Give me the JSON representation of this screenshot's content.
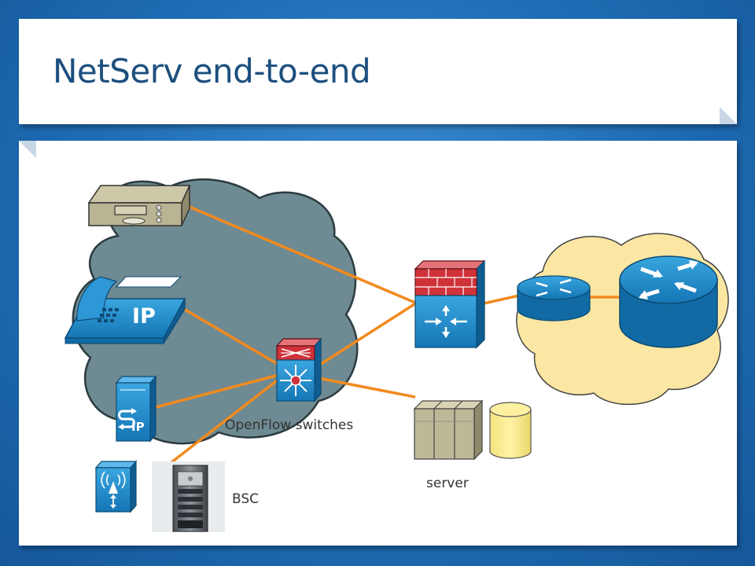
{
  "slide": {
    "title": "NetServ end-to-end"
  },
  "diagram": {
    "labels": {
      "openflow": "OpenFlow switches",
      "server": "server",
      "bsc": "BSC"
    },
    "device_badges": {
      "ip_phone": "IP",
      "sip_server": "IP"
    },
    "icons": [
      "media-gateway-icon",
      "ip-phone-icon",
      "sip-proxy-icon",
      "wireless-base-station-icon",
      "bsc-cabinet-icon",
      "openflow-switch-icon",
      "firewall-router-icon",
      "router-icon",
      "core-router-icon",
      "server-icon",
      "database-icon"
    ],
    "colors": {
      "link": "#f28a1e",
      "access_cloud": "#6e8a92",
      "internet_cloud": "#fbe7a3",
      "device_blue": "#1e88c7",
      "title_text": "#1c4f7e"
    }
  }
}
